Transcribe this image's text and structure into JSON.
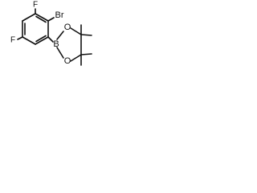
{
  "atoms": {
    "f_top": "F",
    "br": "Br",
    "f_left": "F",
    "b": "B",
    "o_top": "O",
    "o_bottom": "O"
  }
}
